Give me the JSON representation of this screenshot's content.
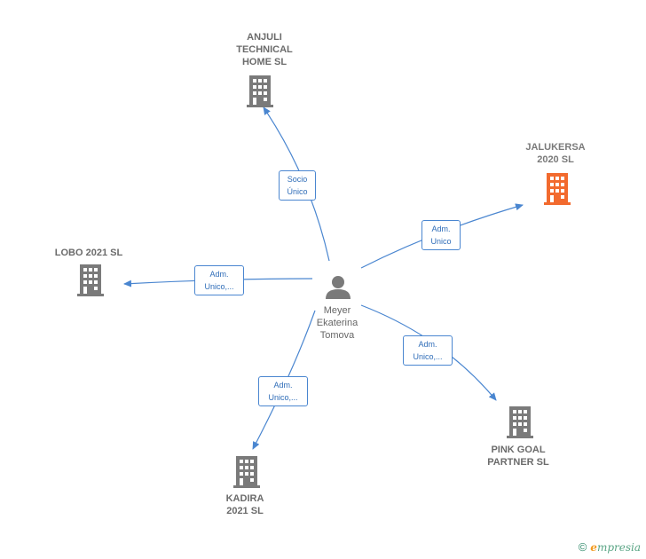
{
  "center": {
    "name": "Meyer\nEkaterina\nTomova"
  },
  "companies": [
    {
      "id": "anjuli",
      "name": "ANJULI\nTECHNICAL\nHOME  SL",
      "highlight": false
    },
    {
      "id": "jalukersa",
      "name": "JALUKERSA\n2020  SL",
      "highlight": true
    },
    {
      "id": "lobo",
      "name": "LOBO 2021  SL",
      "highlight": false
    },
    {
      "id": "pink",
      "name": "PINK GOAL\nPARTNER  SL",
      "highlight": false
    },
    {
      "id": "kadira",
      "name": "KADIRA\n2021  SL",
      "highlight": false
    }
  ],
  "edges": [
    {
      "to": "anjuli",
      "label": "Socio\nÚnico"
    },
    {
      "to": "jalukersa",
      "label": "Adm.\nUnico"
    },
    {
      "to": "lobo",
      "label": "Adm.\nUnico,..."
    },
    {
      "to": "pink",
      "label": "Adm.\nUnico,..."
    },
    {
      "to": "kadira",
      "label": "Adm.\nUnico,..."
    }
  ],
  "colors": {
    "edge": "#4a86d0",
    "building": "#7a7a7a",
    "highlight": "#f26a2e",
    "person": "#7a7a7a"
  },
  "footer": {
    "copyright": "©",
    "brand_initial": "e",
    "brand_rest": "mpresia"
  }
}
